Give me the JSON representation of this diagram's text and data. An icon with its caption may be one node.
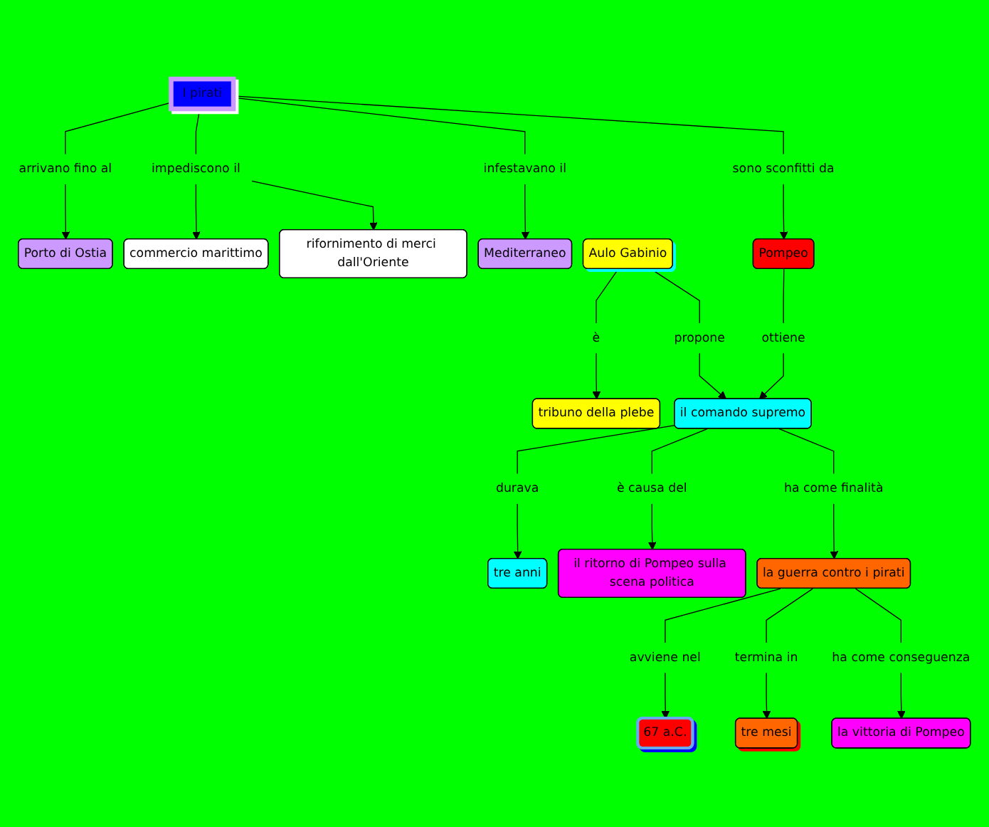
{
  "diagram": {
    "nodes": [
      {
        "text": [
          "Porto di Ostia"
        ]
      },
      {
        "text": [
          "commercio marittimo"
        ]
      },
      {
        "text": [
          "rifornimento di merci dall'Oriente"
        ]
      },
      {
        "text": [
          "arrivano fino al"
        ]
      },
      {
        "text": [
          "impediscono il"
        ]
      },
      {
        "text": [
          "I pirati"
        ]
      },
      {
        "text": [
          "infestavano il"
        ]
      },
      {
        "text": [
          "Mediterraneo"
        ]
      },
      {
        "text": [
          "sono sconfitti da"
        ]
      },
      {
        "text": [
          "Pompeo"
        ]
      },
      {
        "text": [
          "tribuno della plebe"
        ]
      },
      {
        "text": [
          "ottiene"
        ]
      },
      {
        "text": [
          "è"
        ]
      },
      {
        "text": [
          "tre anni"
        ]
      },
      {
        "text": [
          "durava"
        ]
      },
      {
        "text": [
          "il comando supremo"
        ]
      },
      {
        "text": [
          "propone"
        ]
      },
      {
        "text": [
          "Aulo Gabinio"
        ]
      },
      {
        "text": [
          "è causa del"
        ]
      },
      {
        "text": [
          "il ritorno di Pompeo sulla scena politica"
        ]
      },
      {
        "text": [
          "ha come finalità"
        ]
      },
      {
        "text": [
          "67 a.C."
        ]
      },
      {
        "text": [
          "avviene nel"
        ]
      },
      {
        "text": [
          "la guerra contro i pirati"
        ]
      },
      {
        "text": [
          "termina in"
        ]
      },
      {
        "text": [
          "ha come conseguenza"
        ]
      },
      {
        "text": [
          "tre mesi"
        ]
      },
      {
        "text": [
          "la vittoria di Pompeo"
        ]
      }
    ],
    "edges": [
      {
        "from": 5,
        "to": 3,
        "arrow": "none"
      },
      {
        "from": 3,
        "to": 0,
        "arrow": "to"
      },
      {
        "from": 5,
        "to": 4,
        "arrow": "none"
      },
      {
        "from": 4,
        "to": 1,
        "arrow": "to"
      },
      {
        "from": 4,
        "to": 2,
        "arrow": "to"
      },
      {
        "from": 5,
        "to": 6,
        "arrow": "none"
      },
      {
        "from": 6,
        "to": 7,
        "arrow": "to"
      },
      {
        "from": 5,
        "to": 8,
        "arrow": "none"
      },
      {
        "from": 8,
        "to": 9,
        "arrow": "to"
      },
      {
        "from": 9,
        "to": 11,
        "arrow": "none"
      },
      {
        "from": 11,
        "to": 15,
        "arrow": "to"
      },
      {
        "from": 17,
        "to": 12,
        "arrow": "none"
      },
      {
        "from": 12,
        "to": 10,
        "arrow": "to"
      },
      {
        "from": 17,
        "to": 16,
        "arrow": "none"
      },
      {
        "from": 16,
        "to": 15,
        "arrow": "to"
      },
      {
        "from": 15,
        "to": 14,
        "arrow": "none"
      },
      {
        "from": 14,
        "to": 13,
        "arrow": "to"
      },
      {
        "from": 15,
        "to": 18,
        "arrow": "none"
      },
      {
        "from": 18,
        "to": 19,
        "arrow": "to"
      },
      {
        "from": 15,
        "to": 20,
        "arrow": "none"
      },
      {
        "from": 20,
        "to": 23,
        "arrow": "to"
      },
      {
        "from": 23,
        "to": 22,
        "arrow": "none"
      },
      {
        "from": 22,
        "to": 21,
        "arrow": "to"
      },
      {
        "from": 23,
        "to": 24,
        "arrow": "none"
      },
      {
        "from": 24,
        "to": 26,
        "arrow": "to"
      },
      {
        "from": 23,
        "to": 25,
        "arrow": "none"
      },
      {
        "from": 25,
        "to": 27,
        "arrow": "to"
      }
    ]
  }
}
